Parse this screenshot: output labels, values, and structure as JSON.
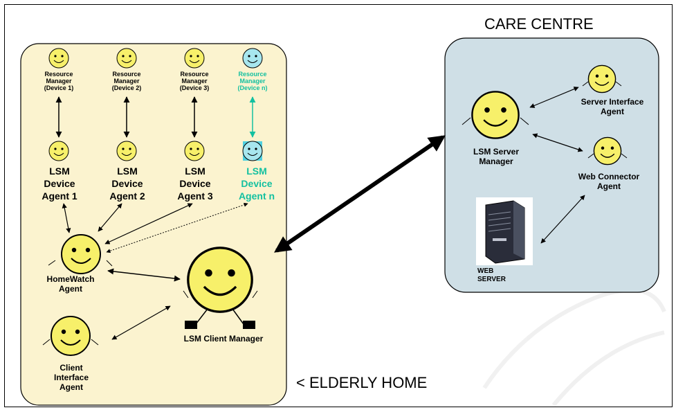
{
  "regions": {
    "care_centre": "CARE CENTRE",
    "elderly_home": "< ELDERLY HOME"
  },
  "home_agents": {
    "rm1": "Resource Manager (Device 1)",
    "rm2": "Resource Manager (Device 2)",
    "rm3": "Resource Manager (Device 3)",
    "rmn": "Resource Manager (Device n)",
    "da1": "LSM Device Agent 1",
    "da2": "LSM Device Agent 2",
    "da3": "LSM Device Agent 3",
    "dan": "LSM Device Agent n",
    "homewatch": "HomeWatch Agent",
    "client_manager": "LSM Client Manager",
    "client_interface": "Client Interface Agent"
  },
  "centre_agents": {
    "server_manager": "LSM Server Manager",
    "server_interface": "Server Interface Agent",
    "web_connector": "Web Connector Agent",
    "web_server": "WEB SERVER"
  },
  "colors": {
    "home_fill": "#fbf3cf",
    "centre_fill": "#cfdfe6",
    "face_yellow": "#f7f06a",
    "face_cyan": "#a7e6ee",
    "highlight": "#13c0a0"
  },
  "icons": [
    "smiley-agent-icon",
    "server-tower-icon",
    "watermark-logo"
  ]
}
